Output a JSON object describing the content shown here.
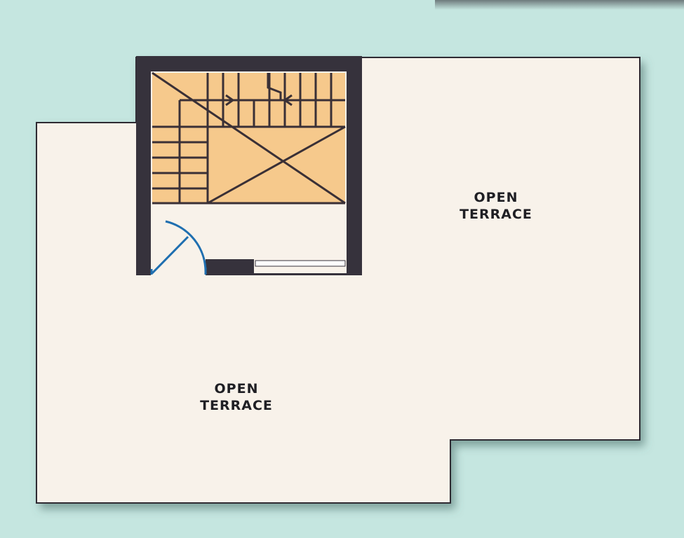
{
  "labels": {
    "terrace_right_line1": "OPEN",
    "terrace_right_line2": "TERRACE",
    "terrace_left_line1": "OPEN",
    "terrace_left_line2": "TERRACE"
  },
  "colors": {
    "background": "#c5e6e0",
    "floor": "#f8f2ea",
    "wall": "#36323c",
    "stairs": "#f6c98c",
    "door": "#1f6fb0"
  }
}
